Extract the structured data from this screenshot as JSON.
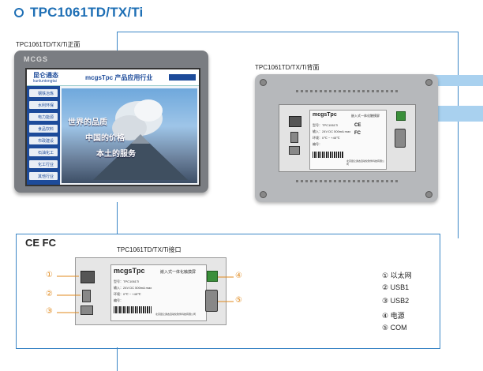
{
  "title": "TPC1061TD/TX/Ti",
  "front": {
    "caption": "TPC1061TD/TX/Ti正面",
    "brand": "MCGS",
    "logo_text": "昆仑通态",
    "logo_sub": "kunluntongtai",
    "header_text": "mcgsTpc 产品应用行业",
    "menu": [
      "钢铁冶炼",
      "水利环保",
      "电力能源",
      "食品饮料",
      "市政建设",
      "石油化工",
      "化工行业",
      "其他行业"
    ],
    "slogan": [
      "世界的品质",
      "中国的价格",
      "本土的服务"
    ]
  },
  "back": {
    "caption": "TPC1061TD/TX/Ti背面",
    "label_brand": "mcgsTpc",
    "label_title": "嵌入式一体化触摸屏",
    "label_lines": [
      "型号：TPC1061Ti",
      "输入：24V DC 500mA max",
      "环境：0℃ ~ +45℃",
      "编号：",
      "北京昆仑通态自动化软件科技有限公司"
    ],
    "ce": "CE",
    "fc": "FC"
  },
  "interface": {
    "caption": "TPC1061TD/TX/Ti接口",
    "marks": "CE FC",
    "label_brand": "mcgsTpc",
    "label_title": "嵌入式一体化触摸屏",
    "label_lines": [
      "型号：TPC1061Ti",
      "输入：24V DC 500mA max",
      "环境：0℃ ~ +45℃",
      "编号：",
      "北京昆仑通态自动化软件科技有限公司"
    ],
    "callouts": [
      "①",
      "②",
      "③",
      "④",
      "⑤"
    ]
  },
  "legend": [
    {
      "num": "①",
      "label": "以太网"
    },
    {
      "num": "②",
      "label": "USB1"
    },
    {
      "num": "③",
      "label": "USB2"
    },
    {
      "num": "④",
      "label": "电源"
    },
    {
      "num": "⑤",
      "label": "COM"
    }
  ],
  "colors": {
    "accent": "#1e6fb5",
    "frame": "#3b86c6",
    "callout": "#e08a1e",
    "band": "#a9d1ef"
  }
}
